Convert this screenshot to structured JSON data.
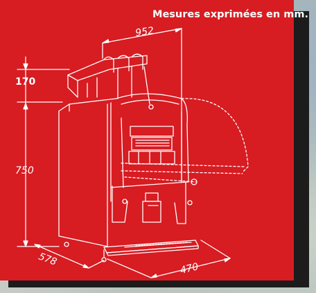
{
  "caption": "Mesures exprimées en mm.",
  "dimensions": {
    "width": "952",
    "top_height": "170",
    "body_height": "750",
    "depth": "578",
    "base_width": "470"
  },
  "colors": {
    "panel": "#d71c22",
    "shadow": "#1c1c1c",
    "line": "#ffffff"
  }
}
